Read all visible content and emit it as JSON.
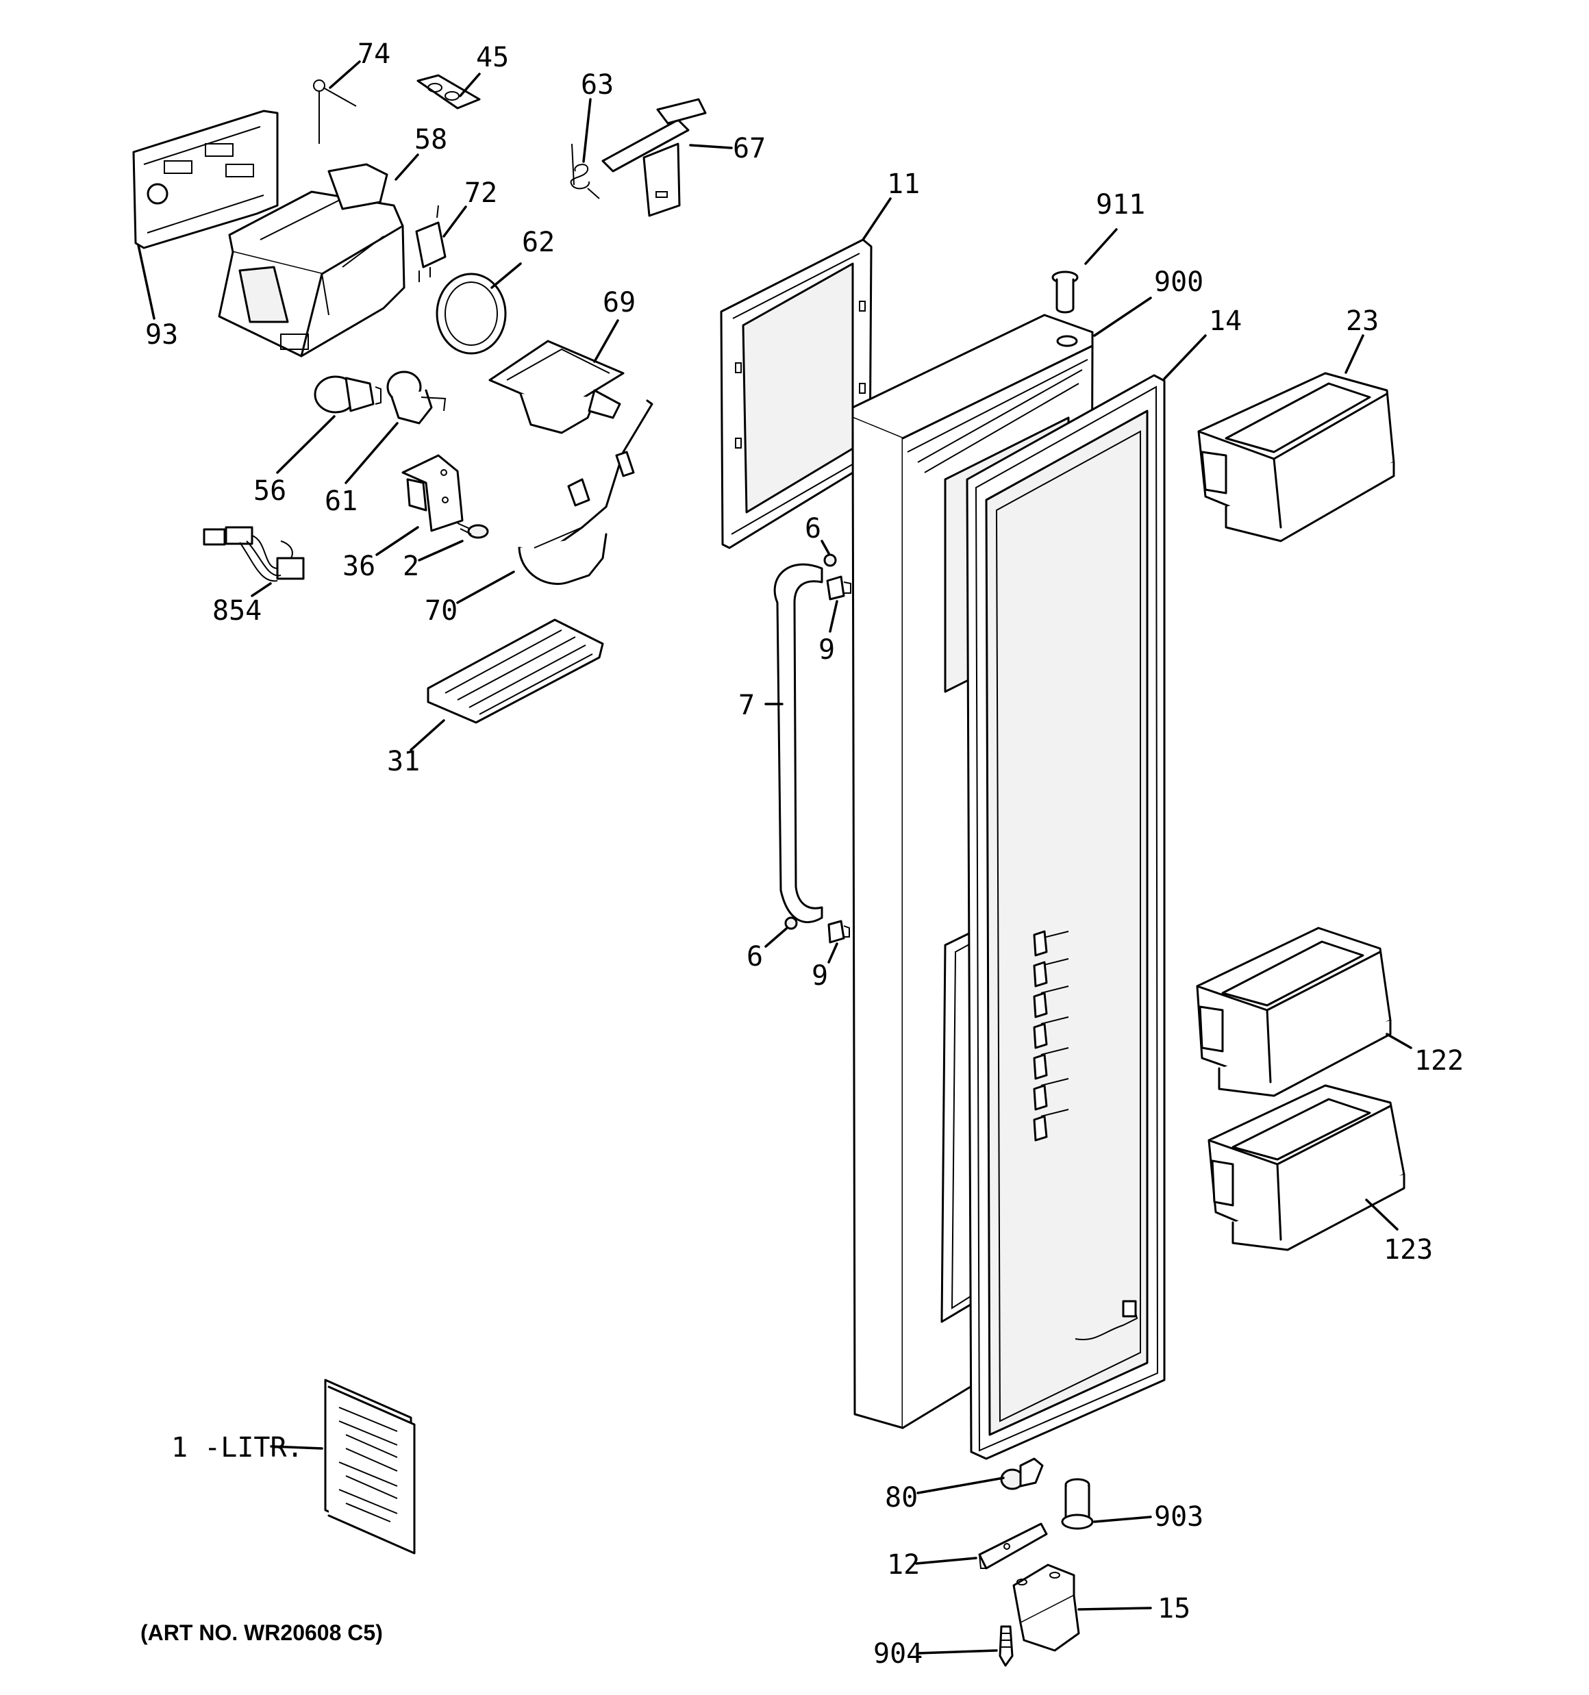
{
  "labels": {
    "l74": "74",
    "l45": "45",
    "l63": "63",
    "l67": "67",
    "l58": "58",
    "l72": "72",
    "l62": "62",
    "l69": "69",
    "l93": "93",
    "l56": "56",
    "l61": "61",
    "l36": "36",
    "l2": "2",
    "l854": "854",
    "l70": "70",
    "l31": "31",
    "l11": "11",
    "l911": "911",
    "l900": "900",
    "l14": "14",
    "l23": "23",
    "l6a": "6",
    "l9a": "9",
    "l7": "7",
    "l6b": "6",
    "l9b": "9",
    "l122": "122",
    "l123": "123",
    "l1litr": "1 -LITR.",
    "l80": "80",
    "l903": "903",
    "l12": "12",
    "l15": "15",
    "l904": "904"
  },
  "art_number": "(ART NO. WR20608 C5)"
}
